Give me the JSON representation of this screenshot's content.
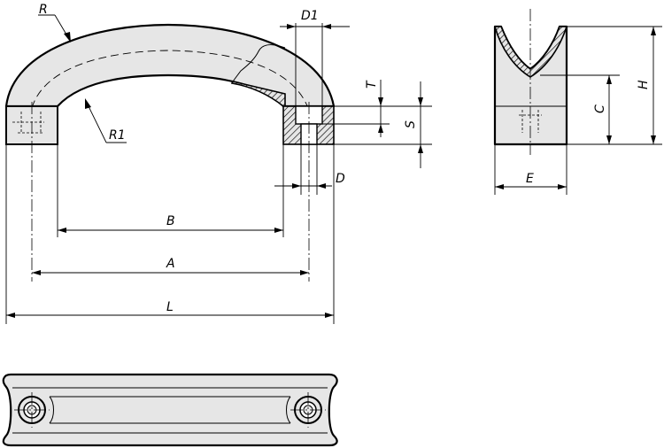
{
  "labels": {
    "R": "R",
    "R1": "R1",
    "D1": "D1",
    "T": "T",
    "S": "S",
    "D": "D",
    "B": "B",
    "A": "A",
    "L": "L",
    "C": "C",
    "H": "H",
    "E": "E"
  },
  "colors": {
    "fill": "#e6e6e6",
    "line": "#000000"
  }
}
